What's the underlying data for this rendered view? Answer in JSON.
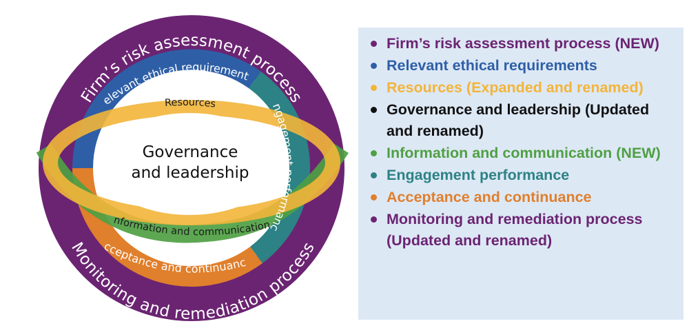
{
  "colors": {
    "purple": "#6b2472",
    "blue": "#2e5fa6",
    "yellow": "#f2b53a",
    "green": "#4fa043",
    "teal": "#2c8285",
    "orange": "#e07f2c",
    "black": "#111111",
    "panel": "#dde8f5"
  },
  "diagram": {
    "outer_top": "Firm’s risk assessment process",
    "outer_bottom": "Monitoring and remediation process",
    "ethical": "Relevant ethical requirements",
    "resources": "Resources",
    "engagement": "Engagement performance",
    "information": "Information and communication",
    "acceptance": "Acceptance and continuance",
    "center_line1": "Governance",
    "center_line2": "and leadership"
  },
  "legend": [
    {
      "text": "Firm’s risk assessment process (NEW)",
      "color": "#6b2472"
    },
    {
      "text": "Relevant ethical requirements",
      "color": "#2e5fa6"
    },
    {
      "text": "Resources (Expanded and renamed)",
      "color": "#f2b53a"
    },
    {
      "text": "Governance and leadership (Updated and renamed)",
      "color": "#111111"
    },
    {
      "text": "Information and communication (NEW)",
      "color": "#4fa043"
    },
    {
      "text": "Engagement performance",
      "color": "#2c8285"
    },
    {
      "text": "Acceptance and continuance",
      "color": "#e07f2c"
    },
    {
      "text": "Monitoring and remediation process (Updated and renamed)",
      "color": "#6b2472"
    }
  ]
}
